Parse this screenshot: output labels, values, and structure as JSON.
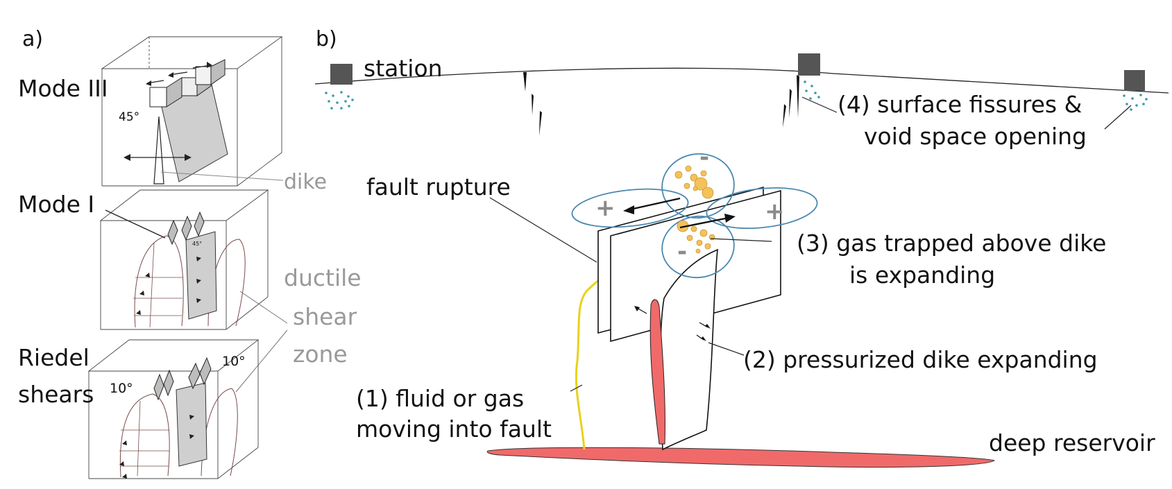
{
  "panel_a": {
    "label": "a)",
    "mode3": {
      "title": "Mode III",
      "angle": "45°"
    },
    "mode1": {
      "title": "Mode I",
      "angle_small": "45°"
    },
    "riedel": {
      "title_line1": "Riedel",
      "title_line2": "shears",
      "angle_left": "10°",
      "angle_right": "10°"
    },
    "dike_label": "dike",
    "shear_zone_label": [
      "ductile",
      "shear",
      "zone"
    ]
  },
  "panel_b": {
    "label": "b)",
    "station_label": "station",
    "fault_rupture": "fault rupture",
    "plus": "+",
    "minus": "-",
    "step1": [
      "(1) fluid or gas",
      "moving into fault"
    ],
    "step2": "(2) pressurized dike expanding",
    "step3": [
      "(3) gas trapped above dike",
      "is expanding"
    ],
    "step4": [
      "(4) surface fissures &",
      "void space opening"
    ],
    "deep_reservoir": "deep reservoir"
  },
  "colors": {
    "dike": "#f06a6a",
    "gas_bubble": "#f5c15a",
    "fluid_path": "#e8d21a",
    "lobe": "#4a88b0",
    "spray": "#3a9aa8",
    "station": "#555555",
    "gray_text": "#999999"
  }
}
